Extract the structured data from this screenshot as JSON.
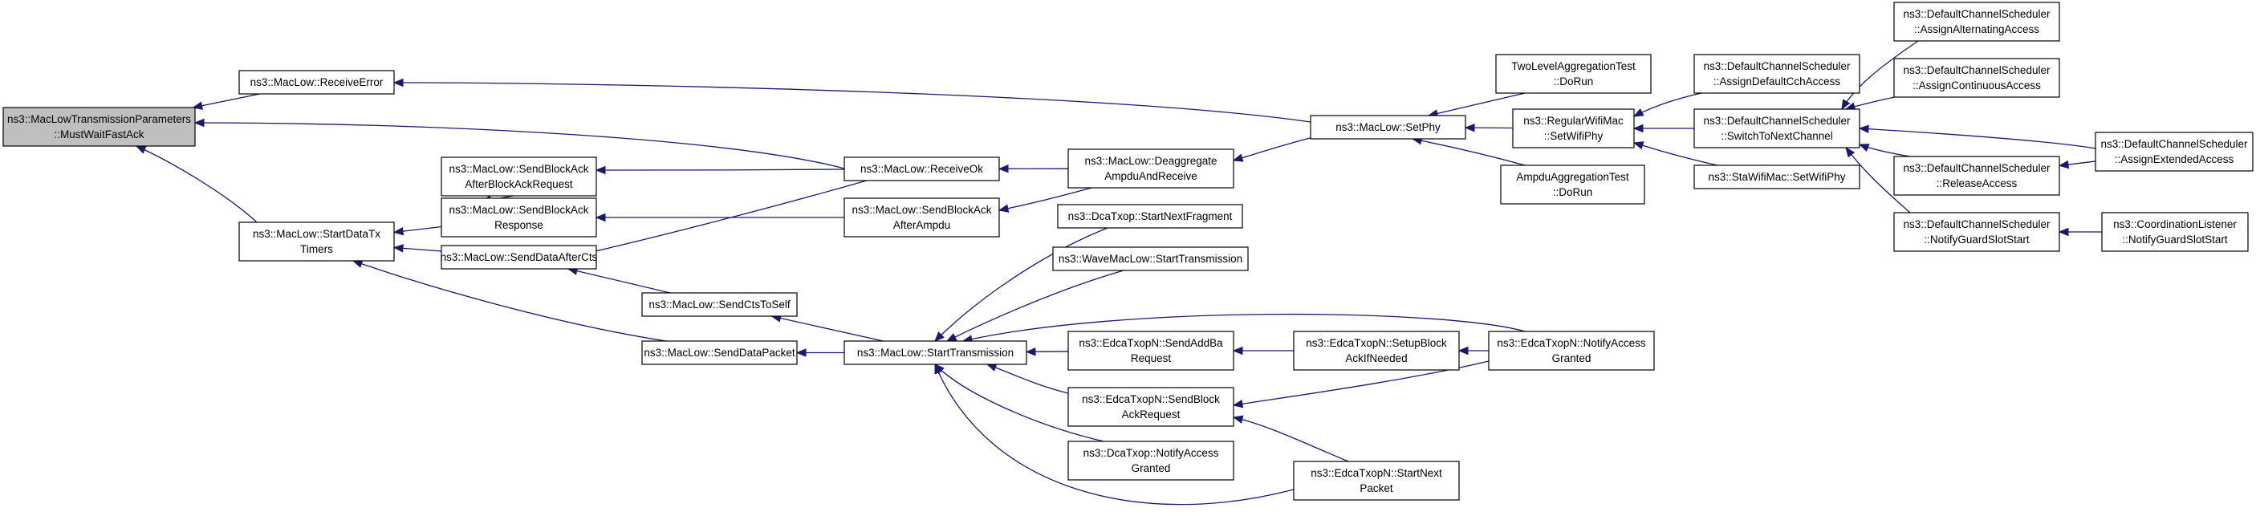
{
  "graph": {
    "title": "",
    "nodes": [
      {
        "id": "root",
        "lines": [
          "ns3::MacLowTransmissionParameters",
          "::MustWaitFastAck"
        ],
        "root": true
      },
      {
        "id": "receiveError",
        "lines": [
          "ns3::MacLow::ReceiveError"
        ]
      },
      {
        "id": "startDataTxTimers",
        "lines": [
          "ns3::MacLow::StartDataTx",
          "Timers"
        ]
      },
      {
        "id": "sendBlockAckAfterBlockAckRequest",
        "lines": [
          "ns3::MacLow::SendBlockAck",
          "AfterBlockAckRequest"
        ]
      },
      {
        "id": "sendBlockAckResponse",
        "lines": [
          "ns3::MacLow::SendBlockAck",
          "Response"
        ]
      },
      {
        "id": "sendDataAfterCts",
        "lines": [
          "ns3::MacLow::SendDataAfterCts"
        ]
      },
      {
        "id": "sendCtsToSelf",
        "lines": [
          "ns3::MacLow::SendCtsToSelf"
        ]
      },
      {
        "id": "sendDataPacket",
        "lines": [
          "ns3::MacLow::SendDataPacket"
        ]
      },
      {
        "id": "receiveOk",
        "lines": [
          "ns3::MacLow::ReceiveOk"
        ]
      },
      {
        "id": "sendBlockAckAfterAmpdu",
        "lines": [
          "ns3::MacLow::SendBlockAck",
          "AfterAmpdu"
        ]
      },
      {
        "id": "startTransmission",
        "lines": [
          "ns3::MacLow::StartTransmission"
        ]
      },
      {
        "id": "deaggregate",
        "lines": [
          "ns3::MacLow::Deaggregate",
          "AmpduAndReceive"
        ]
      },
      {
        "id": "dcaStartNextFragment",
        "lines": [
          "ns3::DcaTxop::StartNextFragment"
        ]
      },
      {
        "id": "waveStartTransmission",
        "lines": [
          "ns3::WaveMacLow::StartTransmission"
        ]
      },
      {
        "id": "edcaSendAddBaRequest",
        "lines": [
          "ns3::EdcaTxopN::SendAddBa",
          "Request"
        ]
      },
      {
        "id": "edcaSendBlockAckRequest",
        "lines": [
          "ns3::EdcaTxopN::SendBlock",
          "AckRequest"
        ]
      },
      {
        "id": "dcaNotifyAccessGranted",
        "lines": [
          "ns3::DcaTxop::NotifyAccess",
          "Granted"
        ]
      },
      {
        "id": "setPhy",
        "lines": [
          "ns3::MacLow::SetPhy"
        ]
      },
      {
        "id": "edcaSetupBlockAckIfNeeded",
        "lines": [
          "ns3::EdcaTxopN::SetupBlock",
          "AckIfNeeded"
        ]
      },
      {
        "id": "edcaStartNextPacket",
        "lines": [
          "ns3::EdcaTxopN::StartNext",
          "Packet"
        ]
      },
      {
        "id": "twoLevelDoRun",
        "lines": [
          "TwoLevelAggregationTest",
          "::DoRun"
        ]
      },
      {
        "id": "regularSetWifiPhy",
        "lines": [
          "ns3::RegularWifiMac",
          "::SetWifiPhy"
        ]
      },
      {
        "id": "ampduDoRun",
        "lines": [
          "AmpduAggregationTest",
          "::DoRun"
        ]
      },
      {
        "id": "edcaNotifyAccessGranted",
        "lines": [
          "ns3::EdcaTxopN::NotifyAccess",
          "Granted"
        ]
      },
      {
        "id": "assignDefaultCch",
        "lines": [
          "ns3::DefaultChannelScheduler",
          "::AssignDefaultCchAccess"
        ]
      },
      {
        "id": "switchToNextChannel",
        "lines": [
          "ns3::DefaultChannelScheduler",
          "::SwitchToNextChannel"
        ]
      },
      {
        "id": "staSetWifiPhy",
        "lines": [
          "ns3::StaWifiMac::SetWifiPhy"
        ]
      },
      {
        "id": "assignAlternating",
        "lines": [
          "ns3::DefaultChannelScheduler",
          "::AssignAlternatingAccess"
        ]
      },
      {
        "id": "assignContinuous",
        "lines": [
          "ns3::DefaultChannelScheduler",
          "::AssignContinuousAccess"
        ]
      },
      {
        "id": "releaseAccess",
        "lines": [
          "ns3::DefaultChannelScheduler",
          "::ReleaseAccess"
        ]
      },
      {
        "id": "notifyGuardSlotStart",
        "lines": [
          "ns3::DefaultChannelScheduler",
          "::NotifyGuardSlotStart"
        ]
      },
      {
        "id": "assignExtended",
        "lines": [
          "ns3::DefaultChannelScheduler",
          "::AssignExtendedAccess"
        ]
      },
      {
        "id": "coordNotifyGuardSlotStart",
        "lines": [
          "ns3::CoordinationListener",
          "::NotifyGuardSlotStart"
        ]
      }
    ],
    "edges": [
      {
        "from": "receiveError",
        "to": "root"
      },
      {
        "from": "receiveOk",
        "to": "root"
      },
      {
        "from": "startDataTxTimers",
        "to": "root"
      },
      {
        "from": "setPhy",
        "to": "receiveError"
      },
      {
        "from": "sendBlockAckResponse",
        "to": "startDataTxTimers"
      },
      {
        "from": "sendDataAfterCts",
        "to": "startDataTxTimers"
      },
      {
        "from": "sendDataPacket",
        "to": "startDataTxTimers"
      },
      {
        "from": "sendBlockAckAfterBlockAckRequest",
        "to": "sendBlockAckResponse"
      },
      {
        "from": "sendBlockAckAfterAmpdu",
        "to": "sendBlockAckResponse"
      },
      {
        "from": "receiveOk",
        "to": "sendBlockAckAfterBlockAckRequest"
      },
      {
        "from": "receiveOk",
        "to": "sendDataAfterCts"
      },
      {
        "from": "sendCtsToSelf",
        "to": "sendDataAfterCts"
      },
      {
        "from": "startTransmission",
        "to": "sendCtsToSelf"
      },
      {
        "from": "startTransmission",
        "to": "sendDataPacket"
      },
      {
        "from": "deaggregate",
        "to": "receiveOk"
      },
      {
        "from": "deaggregate",
        "to": "sendBlockAckAfterAmpdu"
      },
      {
        "from": "setPhy",
        "to": "deaggregate"
      },
      {
        "from": "dcaStartNextFragment",
        "to": "startTransmission"
      },
      {
        "from": "waveStartTransmission",
        "to": "startTransmission"
      },
      {
        "from": "edcaSendAddBaRequest",
        "to": "startTransmission"
      },
      {
        "from": "edcaSendBlockAckRequest",
        "to": "startTransmission"
      },
      {
        "from": "dcaNotifyAccessGranted",
        "to": "startTransmission"
      },
      {
        "from": "edcaNotifyAccessGranted",
        "to": "startTransmission"
      },
      {
        "from": "edcaStartNextPacket",
        "to": "startTransmission"
      },
      {
        "from": "edcaSetupBlockAckIfNeeded",
        "to": "edcaSendAddBaRequest"
      },
      {
        "from": "edcaNotifyAccessGranted",
        "to": "edcaSendBlockAckRequest"
      },
      {
        "from": "edcaStartNextPacket",
        "to": "edcaSendBlockAckRequest"
      },
      {
        "from": "edcaNotifyAccessGranted",
        "to": "edcaSetupBlockAckIfNeeded"
      },
      {
        "from": "twoLevelDoRun",
        "to": "setPhy"
      },
      {
        "from": "regularSetWifiPhy",
        "to": "setPhy"
      },
      {
        "from": "ampduDoRun",
        "to": "setPhy"
      },
      {
        "from": "assignDefaultCch",
        "to": "regularSetWifiPhy"
      },
      {
        "from": "switchToNextChannel",
        "to": "regularSetWifiPhy"
      },
      {
        "from": "staSetWifiPhy",
        "to": "regularSetWifiPhy"
      },
      {
        "from": "assignAlternating",
        "to": "switchToNextChannel"
      },
      {
        "from": "assignContinuous",
        "to": "switchToNextChannel"
      },
      {
        "from": "assignExtended",
        "to": "switchToNextChannel"
      },
      {
        "from": "releaseAccess",
        "to": "switchToNextChannel"
      },
      {
        "from": "notifyGuardSlotStart",
        "to": "switchToNextChannel"
      },
      {
        "from": "assignExtended",
        "to": "releaseAccess"
      },
      {
        "from": "coordNotifyGuardSlotStart",
        "to": "notifyGuardSlotStart"
      }
    ]
  },
  "colors": {
    "edge": "#191970",
    "node_border": "#000000",
    "root_fill": "#bfbfbf",
    "node_fill": "#ffffff"
  }
}
